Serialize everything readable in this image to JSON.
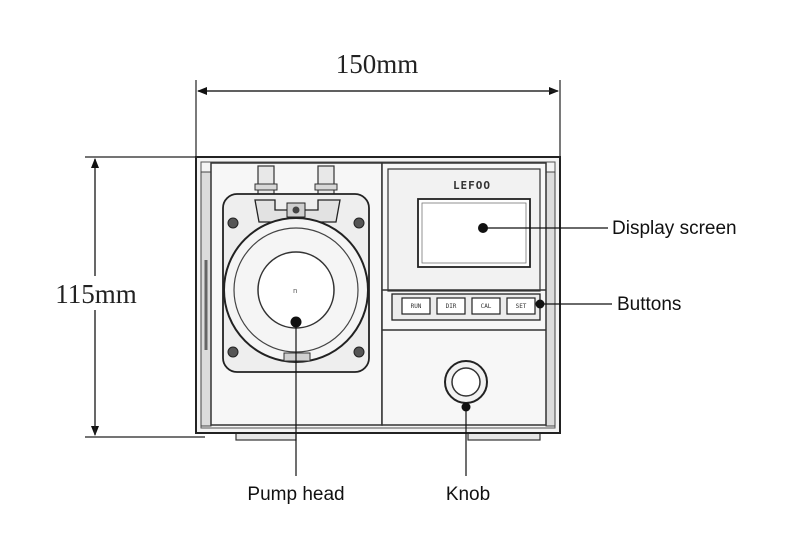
{
  "dimensions": {
    "width_label": "150mm",
    "height_label": "115mm"
  },
  "device": {
    "brand": "LEFOO",
    "buttons": [
      {
        "label": "RUN"
      },
      {
        "label": "DIR"
      },
      {
        "label": "CAL"
      },
      {
        "label": "SET"
      }
    ]
  },
  "callouts": {
    "display_screen": "Display screen",
    "buttons": "Buttons",
    "pump_head": "Pump head",
    "knob": "Knob"
  }
}
